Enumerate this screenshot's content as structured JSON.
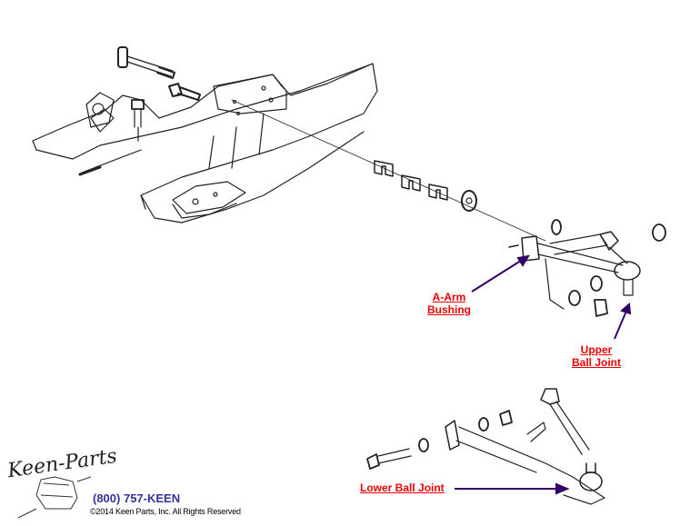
{
  "diagram": {
    "title": "Front Suspension A-Arm Exploded View",
    "labels": {
      "a_arm_bushing_line1": "A-Arm",
      "a_arm_bushing_line2": "Bushing",
      "upper_ball_joint_line1": "Upper",
      "upper_ball_joint_line2": "Ball Joint",
      "lower_ball_joint": "Lower Ball Joint"
    },
    "colors": {
      "label_text": "#ee0000",
      "arrow": "#330066",
      "line_art": "#222222",
      "phone": "#333399"
    }
  },
  "footer": {
    "logo": "Keen-Parts",
    "phone": "(800) 757-KEEN",
    "copyright": "©2014 Keen Parts, Inc. All Rights Reserved"
  }
}
